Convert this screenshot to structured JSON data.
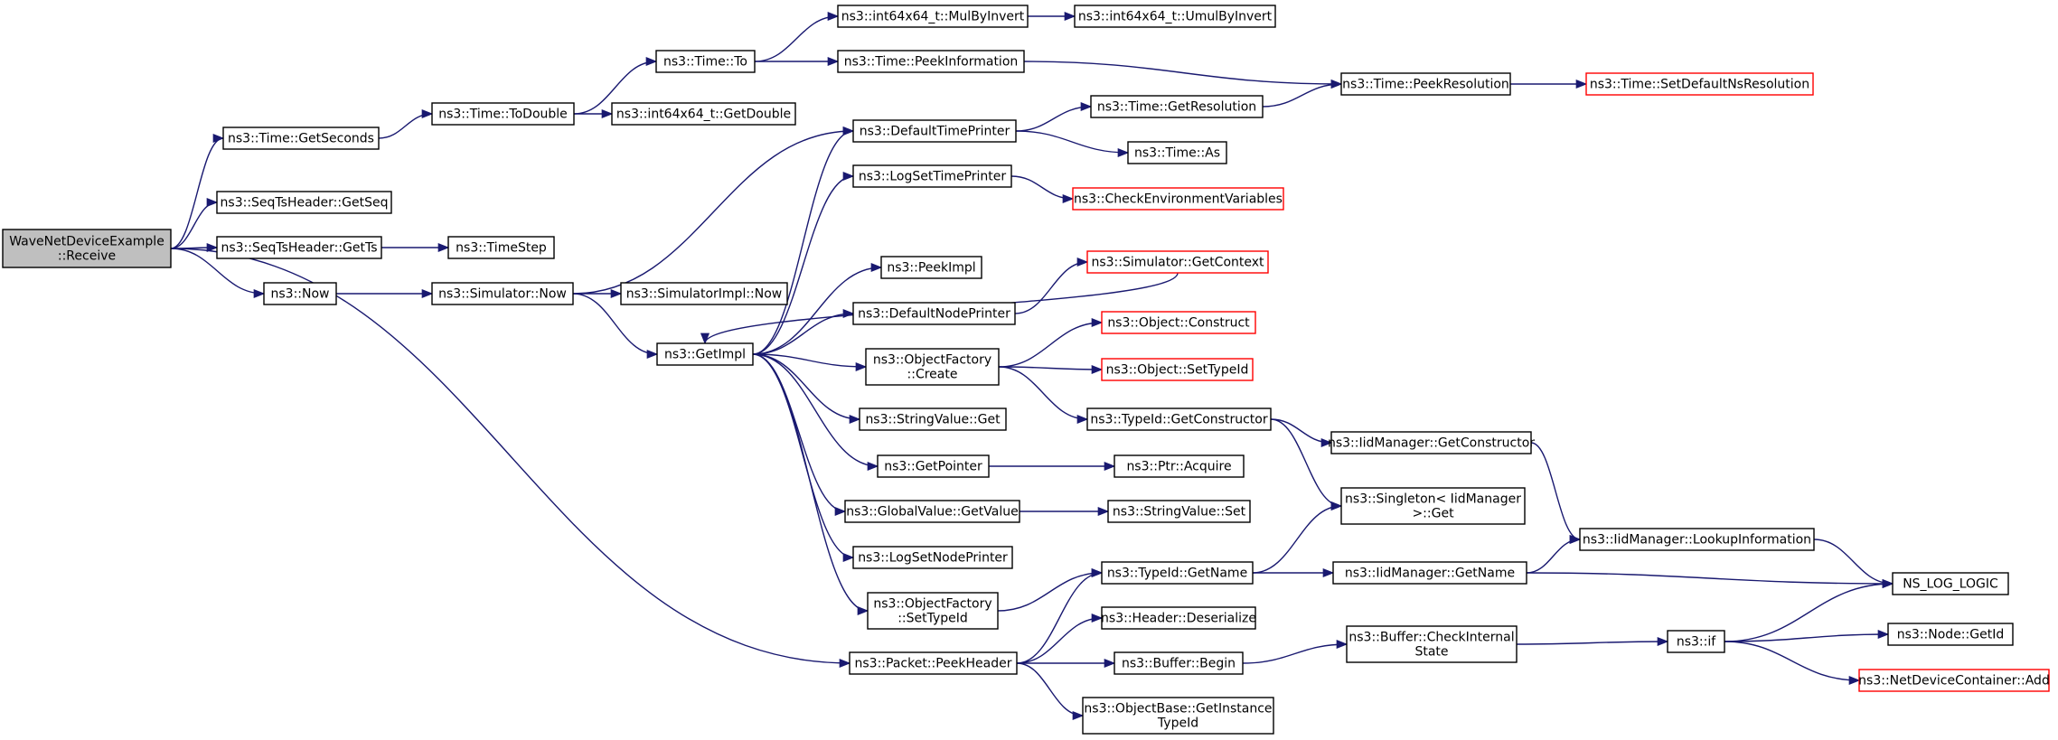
{
  "nodes": [
    {
      "id": "receive",
      "lines": [
        "WaveNetDeviceExample",
        "::Receive"
      ],
      "style": "root"
    },
    {
      "id": "getSeconds",
      "lines": [
        "ns3::Time::GetSeconds"
      ]
    },
    {
      "id": "getSeq",
      "lines": [
        "ns3::SeqTsHeader::GetSeq"
      ]
    },
    {
      "id": "getTs",
      "lines": [
        "ns3::SeqTsHeader::GetTs"
      ]
    },
    {
      "id": "now",
      "lines": [
        "ns3::Now"
      ]
    },
    {
      "id": "toDouble",
      "lines": [
        "ns3::Time::ToDouble"
      ]
    },
    {
      "id": "timeStep",
      "lines": [
        "ns3::TimeStep"
      ]
    },
    {
      "id": "simNow",
      "lines": [
        "ns3::Simulator::Now"
      ]
    },
    {
      "id": "timeTo",
      "lines": [
        "ns3::Time::To"
      ]
    },
    {
      "id": "i64GetDouble",
      "lines": [
        "ns3::int64x64_t::GetDouble"
      ]
    },
    {
      "id": "simImplNow",
      "lines": [
        "ns3::SimulatorImpl::Now"
      ]
    },
    {
      "id": "getImpl",
      "lines": [
        "ns3::GetImpl"
      ]
    },
    {
      "id": "mulByInvert",
      "lines": [
        "ns3::int64x64_t::MulByInvert"
      ]
    },
    {
      "id": "peekInformation",
      "lines": [
        "ns3::Time::PeekInformation"
      ]
    },
    {
      "id": "umulByInvert",
      "lines": [
        "ns3::int64x64_t::UmulByInvert"
      ]
    },
    {
      "id": "peekResolution",
      "lines": [
        "ns3::Time::PeekResolution"
      ]
    },
    {
      "id": "setDefaultNsResolution",
      "lines": [
        "ns3::Time::SetDefaultNsResolution"
      ],
      "style": "red"
    },
    {
      "id": "defaultTimePrinter",
      "lines": [
        "ns3::DefaultTimePrinter"
      ]
    },
    {
      "id": "getResolution",
      "lines": [
        "ns3::Time::GetResolution"
      ]
    },
    {
      "id": "timeAs",
      "lines": [
        "ns3::Time::As"
      ]
    },
    {
      "id": "logSetTimePrinter",
      "lines": [
        "ns3::LogSetTimePrinter"
      ]
    },
    {
      "id": "checkEnvVars",
      "lines": [
        "ns3::CheckEnvironmentVariables"
      ],
      "style": "red"
    },
    {
      "id": "peekImpl",
      "lines": [
        "ns3::PeekImpl"
      ]
    },
    {
      "id": "simGetContext",
      "lines": [
        "ns3::Simulator::GetContext"
      ],
      "style": "red"
    },
    {
      "id": "defaultNodePrinter",
      "lines": [
        "ns3::DefaultNodePrinter"
      ]
    },
    {
      "id": "objConstruct",
      "lines": [
        "ns3::Object::Construct"
      ],
      "style": "red"
    },
    {
      "id": "ofCreate",
      "lines": [
        "ns3::ObjectFactory",
        "::Create"
      ]
    },
    {
      "id": "objSetTypeId",
      "lines": [
        "ns3::Object::SetTypeId"
      ],
      "style": "red"
    },
    {
      "id": "stringValueGet",
      "lines": [
        "ns3::StringValue::Get"
      ]
    },
    {
      "id": "typeIdGetConstructor",
      "lines": [
        "ns3::TypeId::GetConstructor"
      ]
    },
    {
      "id": "iidGetConstructor",
      "lines": [
        "ns3::IidManager::GetConstructor"
      ]
    },
    {
      "id": "getPointer",
      "lines": [
        "ns3::GetPointer"
      ]
    },
    {
      "id": "ptrAcquire",
      "lines": [
        "ns3::Ptr::Acquire"
      ]
    },
    {
      "id": "singletonGet",
      "lines": [
        "ns3::Singleton< IidManager",
        ">::Get"
      ]
    },
    {
      "id": "globalValueGetValue",
      "lines": [
        "ns3::GlobalValue::GetValue"
      ]
    },
    {
      "id": "stringValueSet",
      "lines": [
        "ns3::StringValue::Set"
      ]
    },
    {
      "id": "iidLookupInformation",
      "lines": [
        "ns3::IidManager::LookupInformation"
      ]
    },
    {
      "id": "logSetNodePrinter",
      "lines": [
        "ns3::LogSetNodePrinter"
      ]
    },
    {
      "id": "typeIdGetName",
      "lines": [
        "ns3::TypeId::GetName"
      ]
    },
    {
      "id": "iidGetName",
      "lines": [
        "ns3::IidManager::GetName"
      ]
    },
    {
      "id": "nsLogLogic",
      "lines": [
        "NS_LOG_LOGIC"
      ]
    },
    {
      "id": "ofSetTypeId",
      "lines": [
        "ns3::ObjectFactory",
        "::SetTypeId"
      ]
    },
    {
      "id": "headerDeserialize",
      "lines": [
        "ns3::Header::Deserialize"
      ]
    },
    {
      "id": "bufferCheckInternalState",
      "lines": [
        "ns3::Buffer::CheckInternal",
        "State"
      ]
    },
    {
      "id": "nsIf",
      "lines": [
        "ns3::if"
      ]
    },
    {
      "id": "nodeGetId",
      "lines": [
        "ns3::Node::GetId"
      ]
    },
    {
      "id": "packetPeekHeader",
      "lines": [
        "ns3::Packet::PeekHeader"
      ]
    },
    {
      "id": "bufferBegin",
      "lines": [
        "ns3::Buffer::Begin"
      ]
    },
    {
      "id": "ndcAdd",
      "lines": [
        "ns3::NetDeviceContainer::Add"
      ],
      "style": "red"
    },
    {
      "id": "objectBaseGetInstanceTypeId",
      "lines": [
        "ns3::ObjectBase::GetInstance",
        "TypeId"
      ]
    }
  ],
  "edges": [
    [
      "receive",
      "getSeconds"
    ],
    [
      "receive",
      "getSeq"
    ],
    [
      "receive",
      "getTs"
    ],
    [
      "receive",
      "now"
    ],
    [
      "receive",
      "packetPeekHeader"
    ],
    [
      "getSeconds",
      "toDouble"
    ],
    [
      "getTs",
      "timeStep"
    ],
    [
      "now",
      "simNow"
    ],
    [
      "toDouble",
      "timeTo"
    ],
    [
      "toDouble",
      "i64GetDouble"
    ],
    [
      "simNow",
      "simImplNow"
    ],
    [
      "simNow",
      "getImpl"
    ],
    [
      "simNow",
      "defaultTimePrinter"
    ],
    [
      "timeTo",
      "mulByInvert"
    ],
    [
      "timeTo",
      "peekInformation"
    ],
    [
      "mulByInvert",
      "umulByInvert"
    ],
    [
      "peekInformation",
      "peekResolution"
    ],
    [
      "peekResolution",
      "setDefaultNsResolution"
    ],
    [
      "defaultTimePrinter",
      "getResolution"
    ],
    [
      "defaultTimePrinter",
      "timeAs"
    ],
    [
      "getResolution",
      "peekResolution"
    ],
    [
      "logSetTimePrinter",
      "checkEnvVars"
    ],
    [
      "getImpl",
      "defaultTimePrinter"
    ],
    [
      "getImpl",
      "logSetTimePrinter"
    ],
    [
      "getImpl",
      "peekImpl"
    ],
    [
      "getImpl",
      "defaultNodePrinter"
    ],
    [
      "getImpl",
      "ofCreate"
    ],
    [
      "getImpl",
      "stringValueGet"
    ],
    [
      "getImpl",
      "getPointer"
    ],
    [
      "getImpl",
      "globalValueGetValue"
    ],
    [
      "getImpl",
      "logSetNodePrinter"
    ],
    [
      "getImpl",
      "ofSetTypeId"
    ],
    [
      "simGetContext",
      "getImpl"
    ],
    [
      "defaultNodePrinter",
      "simGetContext"
    ],
    [
      "ofCreate",
      "objConstruct"
    ],
    [
      "ofCreate",
      "objSetTypeId"
    ],
    [
      "ofCreate",
      "typeIdGetConstructor"
    ],
    [
      "typeIdGetConstructor",
      "iidGetConstructor"
    ],
    [
      "typeIdGetConstructor",
      "singletonGet"
    ],
    [
      "iidGetConstructor",
      "iidLookupInformation"
    ],
    [
      "getPointer",
      "ptrAcquire"
    ],
    [
      "globalValueGetValue",
      "stringValueSet"
    ],
    [
      "ofSetTypeId",
      "typeIdGetName"
    ],
    [
      "typeIdGetName",
      "singletonGet"
    ],
    [
      "typeIdGetName",
      "iidGetName"
    ],
    [
      "iidGetName",
      "iidLookupInformation"
    ],
    [
      "iidGetName",
      "nsLogLogic"
    ],
    [
      "iidLookupInformation",
      "nsLogLogic"
    ],
    [
      "packetPeekHeader",
      "typeIdGetName"
    ],
    [
      "packetPeekHeader",
      "headerDeserialize"
    ],
    [
      "packetPeekHeader",
      "bufferBegin"
    ],
    [
      "packetPeekHeader",
      "objectBaseGetInstanceTypeId"
    ],
    [
      "bufferBegin",
      "bufferCheckInternalState"
    ],
    [
      "bufferCheckInternalState",
      "nsIf"
    ],
    [
      "nsIf",
      "nsLogLogic"
    ],
    [
      "nsIf",
      "nodeGetId"
    ],
    [
      "nsIf",
      "ndcAdd"
    ]
  ],
  "colors": {
    "edge": "#191970",
    "root_fill": "#bfbfbf",
    "error_border": "#ff0000",
    "node_border": "#000000"
  }
}
